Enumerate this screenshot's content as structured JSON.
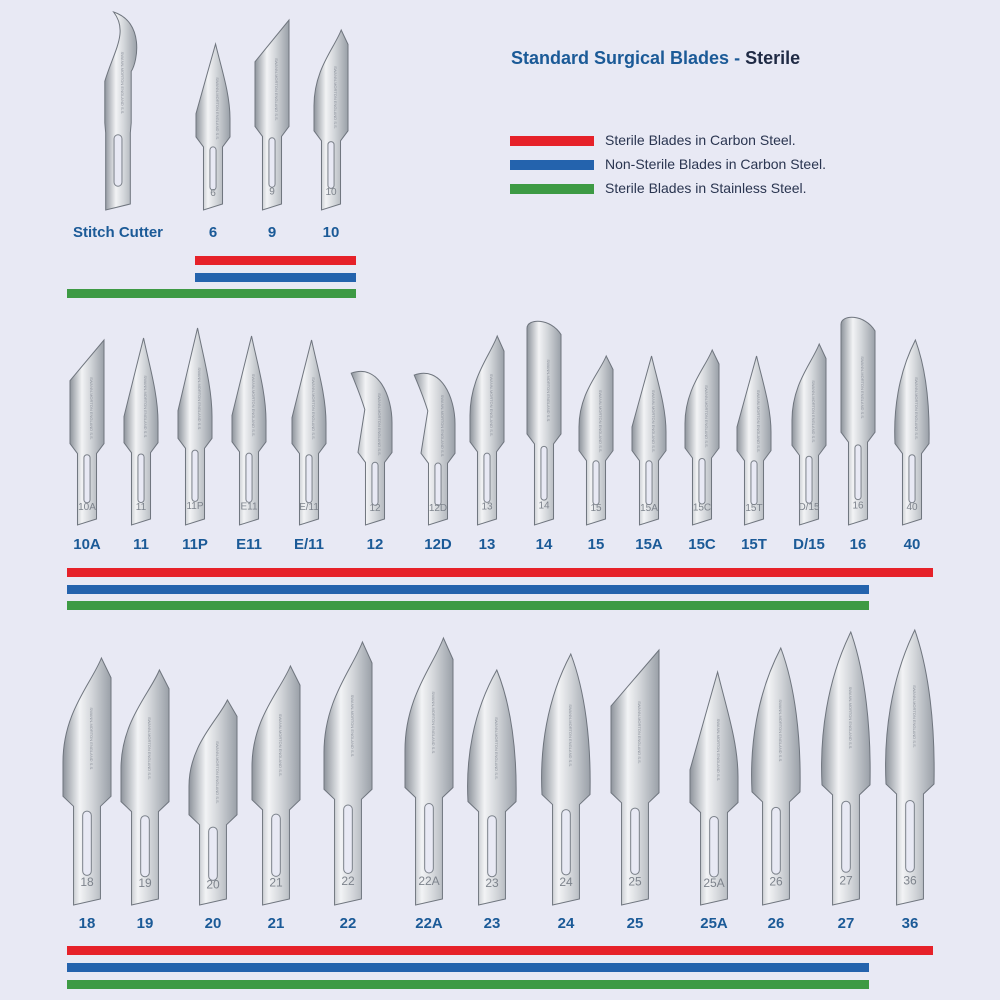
{
  "title": {
    "main": "Standard Surgical Blades",
    "separator": " - ",
    "sub": "Sterile"
  },
  "engraving": [
    "SWANN-MORTON",
    "ENGLAND S.S."
  ],
  "colors": {
    "red": "#e62129",
    "blue": "#2463ad",
    "green": "#3d9a44",
    "label": "#1b5a97",
    "background": "#e8e9f4"
  },
  "legend": [
    {
      "color": "red",
      "text": "Sterile Blades in Carbon Steel."
    },
    {
      "color": "blue",
      "text": "Non-Sterile Blades in Carbon Steel."
    },
    {
      "color": "green",
      "text": "Sterile Blades in Stainless Steel."
    }
  ],
  "rows": [
    {
      "bars": [
        "red",
        "blue",
        "green"
      ],
      "blades": [
        {
          "label": "Stitch Cutter",
          "stamp": "",
          "shape": "stitch"
        },
        {
          "label": "6",
          "stamp": "6",
          "shape": "pointed"
        },
        {
          "label": "9",
          "stamp": "9",
          "shape": "angled"
        },
        {
          "label": "10",
          "stamp": "10",
          "shape": "curve"
        }
      ]
    },
    {
      "bars": [
        "red",
        "blue",
        "green"
      ],
      "blades": [
        {
          "label": "10A",
          "stamp": "10A",
          "shape": "angled"
        },
        {
          "label": "11",
          "stamp": "11",
          "shape": "pointed"
        },
        {
          "label": "11P",
          "stamp": "11P",
          "shape": "pointed"
        },
        {
          "label": "E11",
          "stamp": "E11",
          "shape": "pointed"
        },
        {
          "label": "E/11",
          "stamp": "E/11",
          "shape": "pointed"
        },
        {
          "label": "12",
          "stamp": "12",
          "shape": "hook"
        },
        {
          "label": "12D",
          "stamp": "12D",
          "shape": "hook"
        },
        {
          "label": "13",
          "stamp": "13",
          "shape": "curve"
        },
        {
          "label": "14",
          "stamp": "14",
          "shape": "round"
        },
        {
          "label": "15",
          "stamp": "15",
          "shape": "curve"
        },
        {
          "label": "15A",
          "stamp": "15A",
          "shape": "pointed"
        },
        {
          "label": "15C",
          "stamp": "15C",
          "shape": "curve"
        },
        {
          "label": "15T",
          "stamp": "15T",
          "shape": "pointed"
        },
        {
          "label": "D/15",
          "stamp": "D/15",
          "shape": "curve"
        },
        {
          "label": "16",
          "stamp": "16",
          "shape": "round"
        },
        {
          "label": "40",
          "stamp": "40",
          "shape": "leaf"
        }
      ]
    },
    {
      "bars": [
        "red",
        "blue",
        "green"
      ],
      "blades": [
        {
          "label": "18",
          "stamp": "18",
          "shape": "curve"
        },
        {
          "label": "19",
          "stamp": "19",
          "shape": "curve"
        },
        {
          "label": "20",
          "stamp": "20",
          "shape": "curve"
        },
        {
          "label": "21",
          "stamp": "21",
          "shape": "curve"
        },
        {
          "label": "22",
          "stamp": "22",
          "shape": "curve"
        },
        {
          "label": "22A",
          "stamp": "22A",
          "shape": "curve"
        },
        {
          "label": "23",
          "stamp": "23",
          "shape": "leaf"
        },
        {
          "label": "24",
          "stamp": "24",
          "shape": "leaf"
        },
        {
          "label": "25",
          "stamp": "25",
          "shape": "angled"
        },
        {
          "label": "25A",
          "stamp": "25A",
          "shape": "pointed"
        },
        {
          "label": "26",
          "stamp": "26",
          "shape": "leaf"
        },
        {
          "label": "27",
          "stamp": "27",
          "shape": "leaf"
        },
        {
          "label": "36",
          "stamp": "36",
          "shape": "leaf"
        }
      ]
    }
  ]
}
